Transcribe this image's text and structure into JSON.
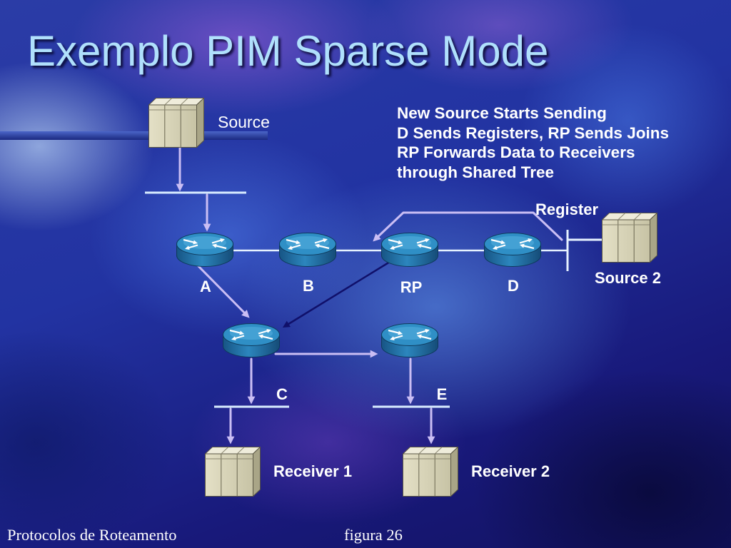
{
  "slide": {
    "title": "Exemplo PIM Sparse Mode",
    "footer_left": "Protocolos de Roteamento",
    "footer_center": "figura 26"
  },
  "notes": [
    "New Source Starts Sending",
    "D Sends Registers, RP Sends Joins",
    "RP Forwards Data to Receivers",
    "through Shared Tree"
  ],
  "diagram": {
    "hosts": {
      "source": "Source",
      "source2": "Source 2",
      "receiver1": "Receiver 1",
      "receiver2": "Receiver 2"
    },
    "routers": {
      "a": "A",
      "b": "B",
      "rp": "RP",
      "d": "D",
      "c": "C",
      "e": "E"
    },
    "register_label": "Register",
    "icons": {
      "router": "router-icon",
      "host": "server-icon"
    }
  },
  "colors": {
    "title": "#b0e0fc",
    "text": "#ffffff",
    "router": "#2f8fc6",
    "host": "#d6d2b4",
    "flow_arrow": "#cabef4",
    "join_arrow": "#10106a",
    "link": "#e6f2ff",
    "background": "#1a1f7a"
  }
}
